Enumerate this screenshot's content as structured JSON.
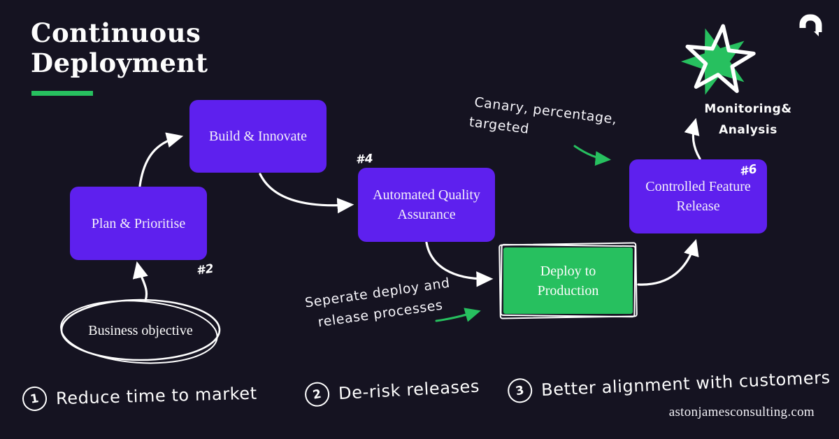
{
  "page": {
    "title": "Continuous Deployment",
    "website": "astonjamesconsulting.com"
  },
  "colors": {
    "background": "#151321",
    "node_purple": "#5e20ee",
    "accent_green": "#27c05f",
    "text_white": "#fdfdfd"
  },
  "nodes": {
    "business_objective": {
      "label": "Business objective"
    },
    "plan": {
      "label": "Plan & Prioritise",
      "tag": "#2"
    },
    "build": {
      "label": "Build & Innovate"
    },
    "aqa": {
      "label": "Automated Quality Assurance",
      "tag": "#4"
    },
    "deploy": {
      "label": "Deploy to Production"
    },
    "cfr": {
      "label": "Controlled Feature Release",
      "tag": "#6"
    },
    "monitoring": {
      "line1": "Monitoring&",
      "line2": "Analysis"
    }
  },
  "annotations": {
    "canary": {
      "line1": "Canary, percentage,",
      "line2": "targeted"
    },
    "separate": {
      "line1": "Seperate deploy and",
      "line2": "release processes"
    }
  },
  "benefits": [
    {
      "number": "1",
      "text": "Reduce time to market"
    },
    {
      "number": "2",
      "text": "De-risk releases"
    },
    {
      "number": "3",
      "text": "Better alignment with customers"
    }
  ],
  "icons": {
    "logo": "brand-logo-icon",
    "star": "star-icon"
  }
}
